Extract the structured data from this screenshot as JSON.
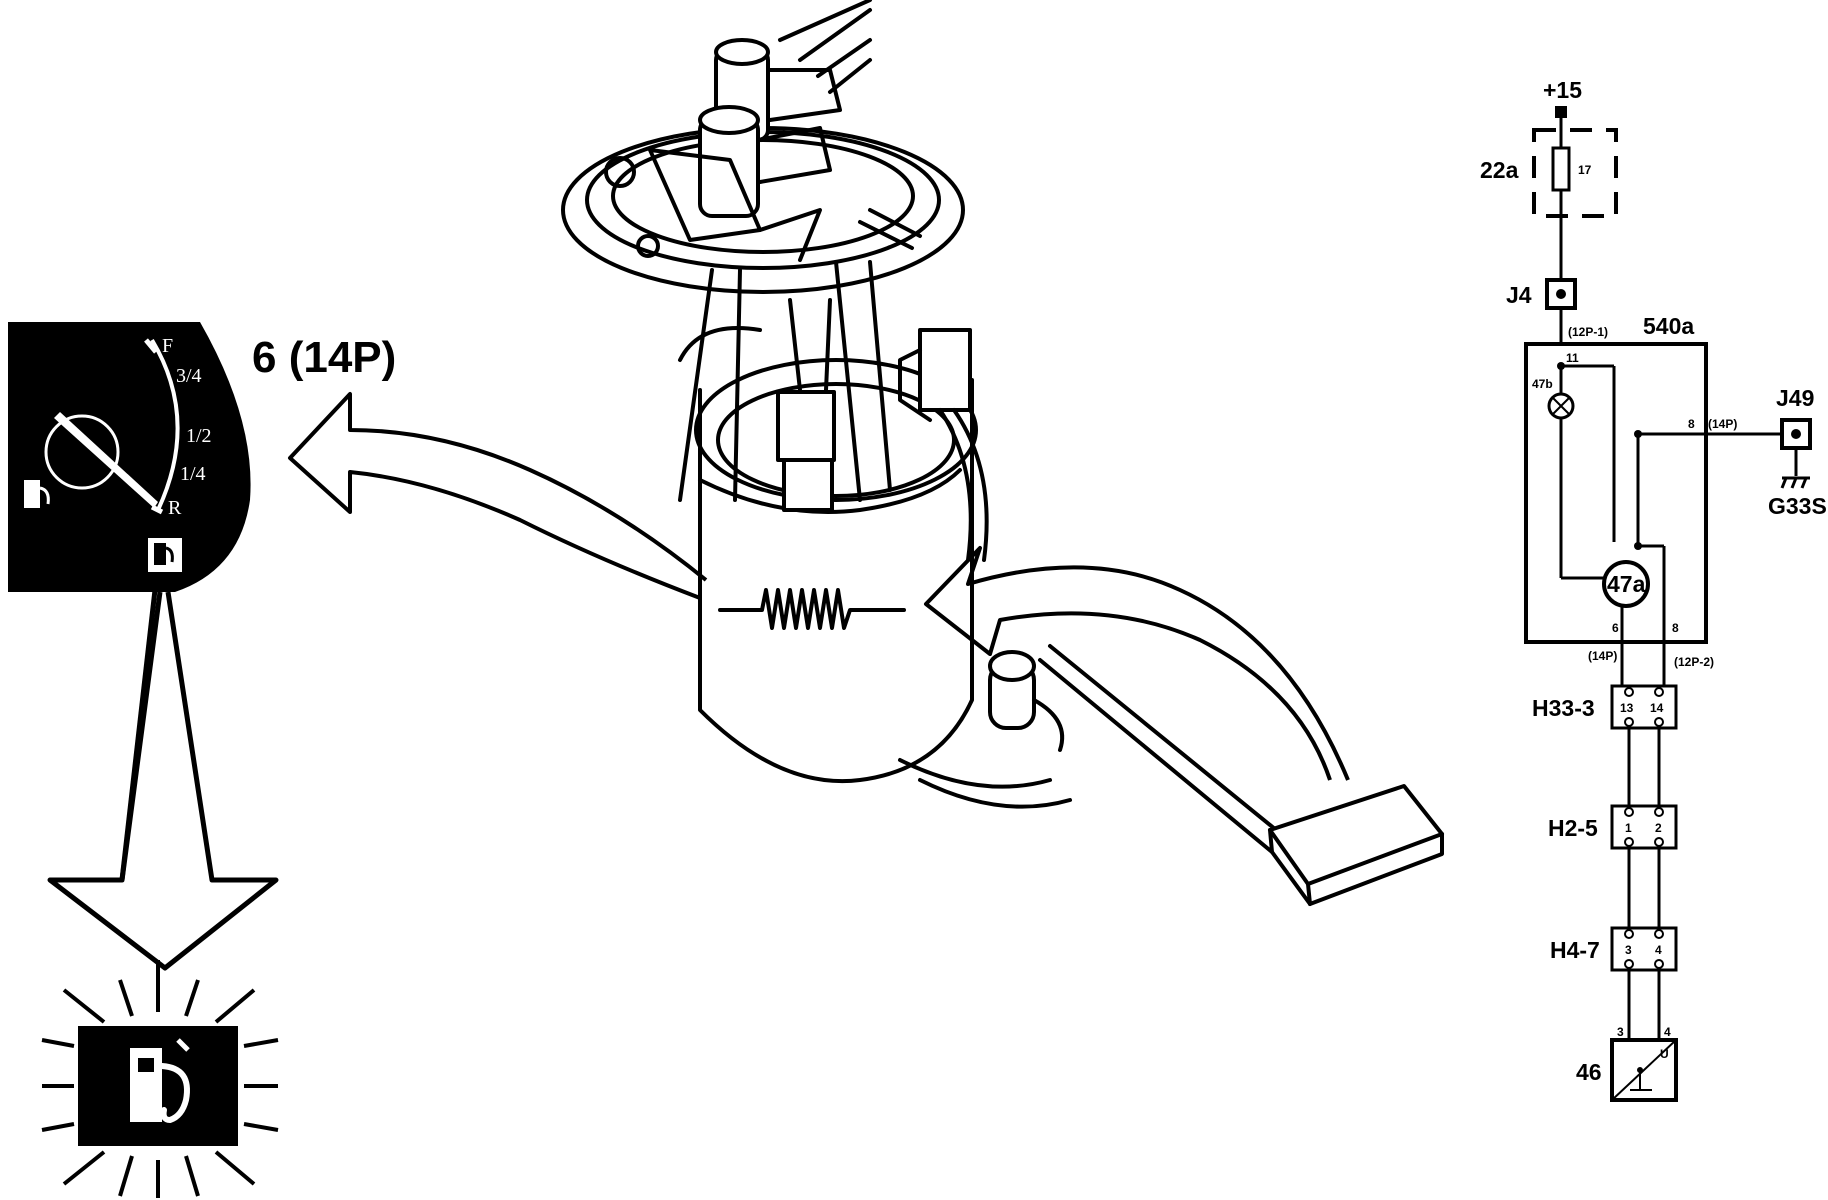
{
  "figure": {
    "callout_label": "6 (14P)"
  },
  "gauge": {
    "marks": [
      "F",
      "3/4",
      "1/2",
      "1/4",
      "R"
    ]
  },
  "wiring": {
    "supply": "+15",
    "fuse_box": "22a",
    "fuse_no": "17",
    "conn_j4": "J4",
    "conn_j4_pin": "(12P-1)",
    "instrument": "540a",
    "pin_11": "11",
    "lamp": "47b",
    "pin_8_top": "8",
    "conn_14p_right": "(14P)",
    "conn_j49": "J49",
    "ground": "G33S",
    "gauge_unit": "47a",
    "pin_6": "6",
    "pin_8_bottom": "8",
    "conn_14p_bottom": "(14P)",
    "conn_12p2": "(12P-2)",
    "conn_h33": "H33-3",
    "h33_pin_a": "13",
    "h33_pin_b": "14",
    "conn_h2": "H2-5",
    "h2_pin_a": "1",
    "h2_pin_b": "2",
    "conn_h4": "H4-7",
    "h4_pin_a": "3",
    "h4_pin_b": "4",
    "sender_pin_a": "3",
    "sender_pin_b": "4",
    "sender": "46",
    "sender_symbol": "U"
  },
  "icons": [
    "fuel-gauge-icon",
    "fuel-pump-icon",
    "warning-lamp-icon",
    "arrow-icon",
    "ground-icon",
    "lamp-icon"
  ]
}
